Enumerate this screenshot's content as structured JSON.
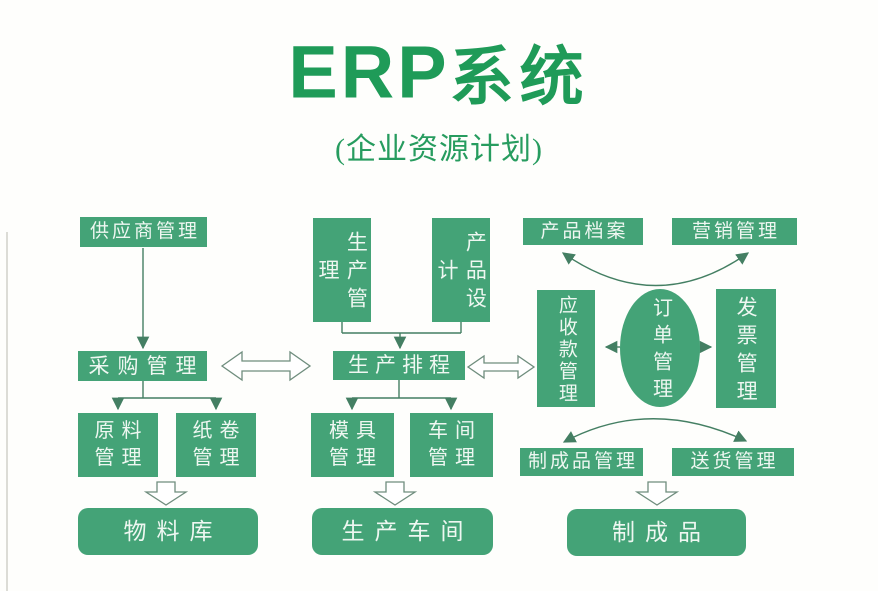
{
  "title": {
    "latin": "ERP",
    "cjk": "系统",
    "subtitle": "(企业资源计划)"
  },
  "colors": {
    "box_green": "#44a377",
    "title_green": "#1f9b58",
    "line_color": "#447f63",
    "hollow_arrow_outline": "#6f8d7d",
    "box_text": "#eef7f1"
  },
  "nodes": {
    "supplier": {
      "label": "供应商管理"
    },
    "purchasing": {
      "label": "采购管理"
    },
    "raw_material": {
      "line1": "原料",
      "line2": "管理"
    },
    "paper_roll": {
      "line1": "纸卷",
      "line2": "管理"
    },
    "material_warehouse": {
      "label": "物料库"
    },
    "production_mgmt": {
      "label": "生产管理"
    },
    "product_design": {
      "label": "产品设计"
    },
    "production_scheduling": {
      "label": "生产排程"
    },
    "mold_mgmt": {
      "line1": "模具",
      "line2": "管理"
    },
    "workshop_mgmt": {
      "line1": "车间",
      "line2": "管理"
    },
    "production_workshop": {
      "label": "生产车间"
    },
    "product_archive": {
      "label": "产品档案"
    },
    "marketing_mgmt": {
      "label": "营销管理"
    },
    "receivables_mgmt": {
      "label": "应收款管理"
    },
    "order_mgmt": {
      "label": "订单管理"
    },
    "invoice_mgmt": {
      "label": "发票管理"
    },
    "finished_goods_mgmt": {
      "label": "制成品管理"
    },
    "delivery_mgmt": {
      "label": "送货管理"
    },
    "finished_goods": {
      "label": "制成品"
    }
  }
}
